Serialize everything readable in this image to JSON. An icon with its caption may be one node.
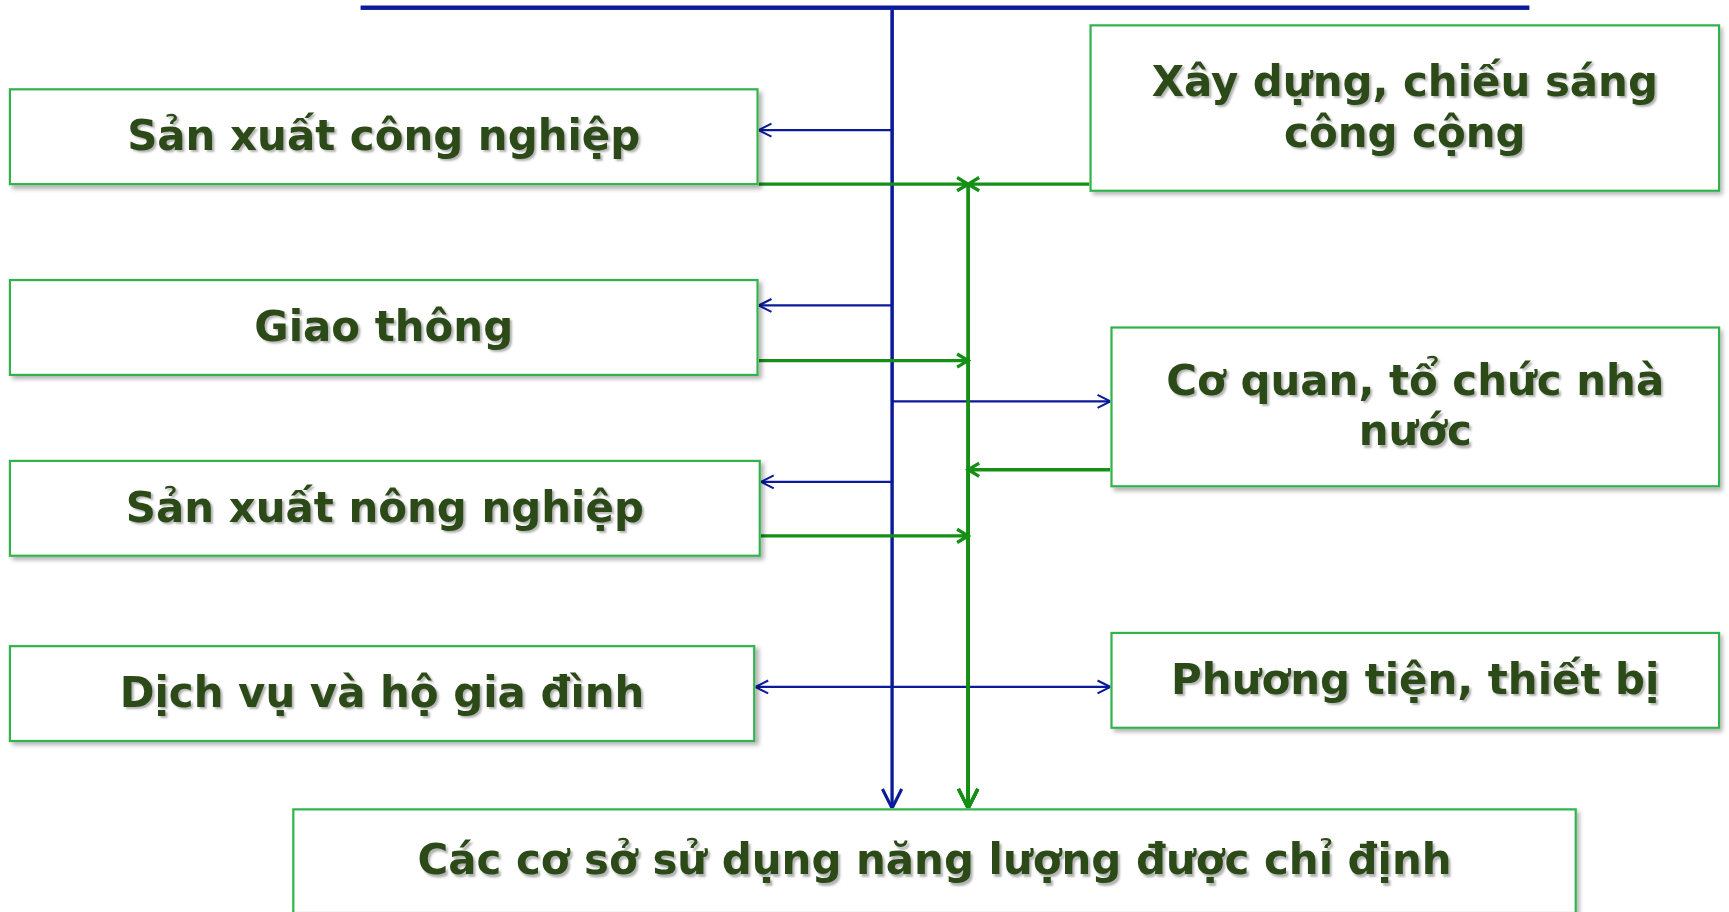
{
  "diagram": {
    "nodes": [
      {
        "text": [
          "Sản xuất công nghiệp"
        ]
      },
      {
        "text": [
          "Xây dựng, chiếu sáng công cộng"
        ]
      },
      {
        "text": [
          "Giao thông"
        ]
      },
      {
        "text": [
          "Cơ quan, tổ chức nhà nước"
        ]
      },
      {
        "text": [
          "Sản xuất nông nghiệp"
        ]
      },
      {
        "text": [
          "Dịch vụ và hộ gia đình"
        ]
      },
      {
        "text": [
          "Phương tiện, thiết bị"
        ]
      },
      {
        "text": [
          "Các cơ sở sử dụng năng lượng được chỉ định"
        ]
      },
      {
        "text": [],
        "shape": "bar"
      }
    ],
    "edges": [
      {
        "from": 8,
        "to": 0,
        "arrow": "to"
      },
      {
        "from": 8,
        "to": 2,
        "arrow": "to"
      },
      {
        "from": 8,
        "to": 3,
        "arrow": "to"
      },
      {
        "from": 8,
        "to": 4,
        "arrow": "to"
      },
      {
        "from": 8,
        "to": 5,
        "arrow": "to"
      },
      {
        "from": 8,
        "to": 6,
        "arrow": "to"
      },
      {
        "from": 8,
        "to": 7,
        "arrow": "to"
      },
      {
        "from": 0,
        "to": 7,
        "arrow": "to",
        "color": "#158f15"
      },
      {
        "from": 1,
        "to": 7,
        "arrow": "to",
        "color": "#158f15"
      },
      {
        "from": 2,
        "to": 7,
        "arrow": "to",
        "color": "#158f15"
      },
      {
        "from": 3,
        "to": 7,
        "arrow": "to",
        "color": "#158f15"
      },
      {
        "from": 4,
        "to": 7,
        "arrow": "to",
        "color": "#158f15"
      }
    ]
  }
}
